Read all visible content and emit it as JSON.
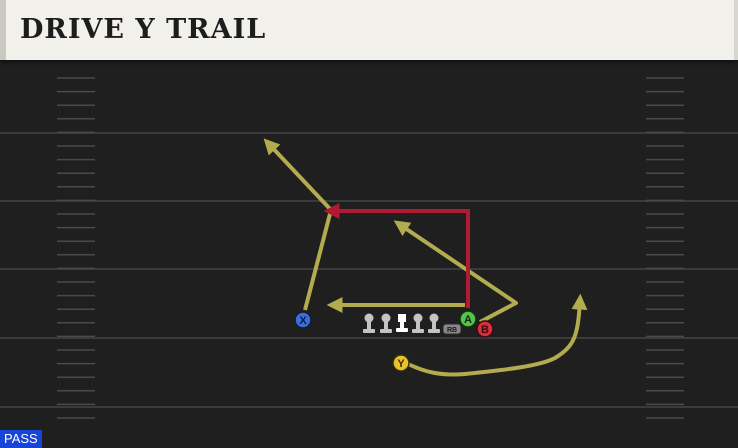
{
  "header": {
    "title": "DRIVE Y TRAIL"
  },
  "badge": {
    "mode": "PASS"
  },
  "players": [
    {
      "id": "X",
      "button": "X",
      "color": "#3a6fd8"
    },
    {
      "id": "A",
      "button": "A",
      "color": "#55c249"
    },
    {
      "id": "B",
      "button": "B",
      "color": "#d7303a"
    },
    {
      "id": "Y",
      "button": "Y",
      "color": "#e8c42a"
    },
    {
      "id": "RB",
      "button": "RB",
      "color": "#888888"
    }
  ],
  "colors": {
    "route": "#b2ac4f",
    "primary_route": "#b01a33",
    "field": "#1f1f1f",
    "yard_line": "#3b3b3b",
    "hash": "#4a4a4a",
    "lineman": "#c4c4c4"
  },
  "icons": {
    "lineman": "lineman-icon",
    "center": "center-icon"
  }
}
